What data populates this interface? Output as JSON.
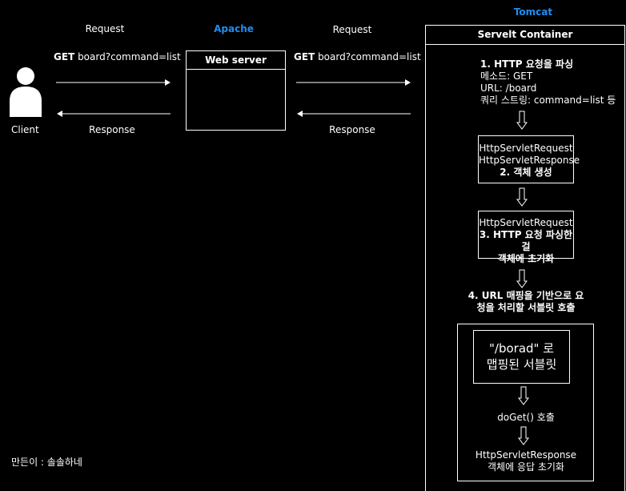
{
  "left": {
    "request_label": "Request",
    "get_keyword": "GET",
    "get_path": "board?command=list",
    "response_label": "Response",
    "client_label": "Client"
  },
  "apache": {
    "title": "Apache",
    "web_server_label": "Web server"
  },
  "middle": {
    "request_label": "Request",
    "get_keyword": "GET",
    "get_path": "board?command=list",
    "response_label": "Response"
  },
  "tomcat": {
    "title": "Tomcat",
    "container_label": "Servelt Container",
    "step1": {
      "title": "1. HTTP 요청을 파싱",
      "lines": [
        "메소드: GET",
        "URL: /board",
        "쿼리 스트링: command=list  등"
      ]
    },
    "step2": {
      "line1": "HttpServletRequest",
      "line2": "HttpServletResponse",
      "line3": "2. 객체 생성"
    },
    "step3": {
      "line1": "HttpServletRequest",
      "line2": "3. HTTP 요청 파싱한걸",
      "line3": "객체에 초기화"
    },
    "step4": {
      "line1": "4. URL 매핑을 기반으로 요",
      "line2": "청을 처리할 서블릿 호출"
    },
    "servlet": {
      "line1": "\"/borad\" 로",
      "line2": "맵핑된 서블릿",
      "doget": "doGet() 호출",
      "resp1": "HttpServletResponse",
      "resp2": "객체에 응답 초기화"
    }
  },
  "footer": {
    "credit": "만든이 : 솔솔하네"
  }
}
